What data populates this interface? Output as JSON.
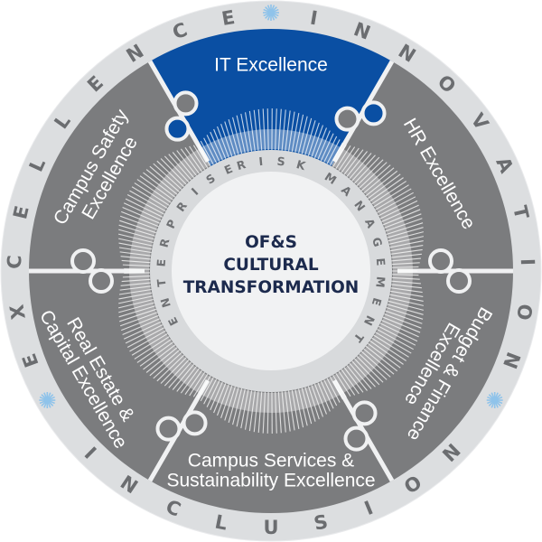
{
  "diagram": {
    "center": {
      "lines": [
        "OF&S",
        "CULTURAL",
        "TRANSFORMATION"
      ],
      "text_color": "#1c2a4d"
    },
    "inner_ring": {
      "words": [
        {
          "label": "ENTERPRISE"
        },
        {
          "label": "RISK"
        },
        {
          "label": "MANAGEMENT"
        }
      ],
      "full_text": "ENTERPRISE RISK MANAGEMENT"
    },
    "segments": [
      {
        "id": "it",
        "lines": [
          "IT Excellence"
        ],
        "color": "#0a4fa3",
        "highlighted": true
      },
      {
        "id": "hr",
        "lines": [
          "HR Excellence"
        ],
        "color": "#7b7c7e",
        "highlighted": false
      },
      {
        "id": "budget",
        "lines": [
          "Budget & Finance",
          "Excellence"
        ],
        "color": "#7b7c7e",
        "highlighted": false
      },
      {
        "id": "campus-services",
        "lines": [
          "Campus Services &",
          "Sustainability Excellence"
        ],
        "color": "#7b7c7e",
        "highlighted": false
      },
      {
        "id": "real-estate",
        "lines": [
          "Real Estate &",
          "Capital Excellence"
        ],
        "color": "#7b7c7e",
        "highlighted": false
      },
      {
        "id": "campus-safety",
        "lines": [
          "Campus Safety",
          "Excellence"
        ],
        "color": "#7b7c7e",
        "highlighted": false
      }
    ],
    "outer_ring": {
      "words": [
        {
          "label": "INNOVATION"
        },
        {
          "label": "INCLUSION"
        },
        {
          "label": "EXCELLENCE"
        }
      ],
      "star_color": "#8fc3ea",
      "ring_color": "#dcdee0"
    }
  }
}
